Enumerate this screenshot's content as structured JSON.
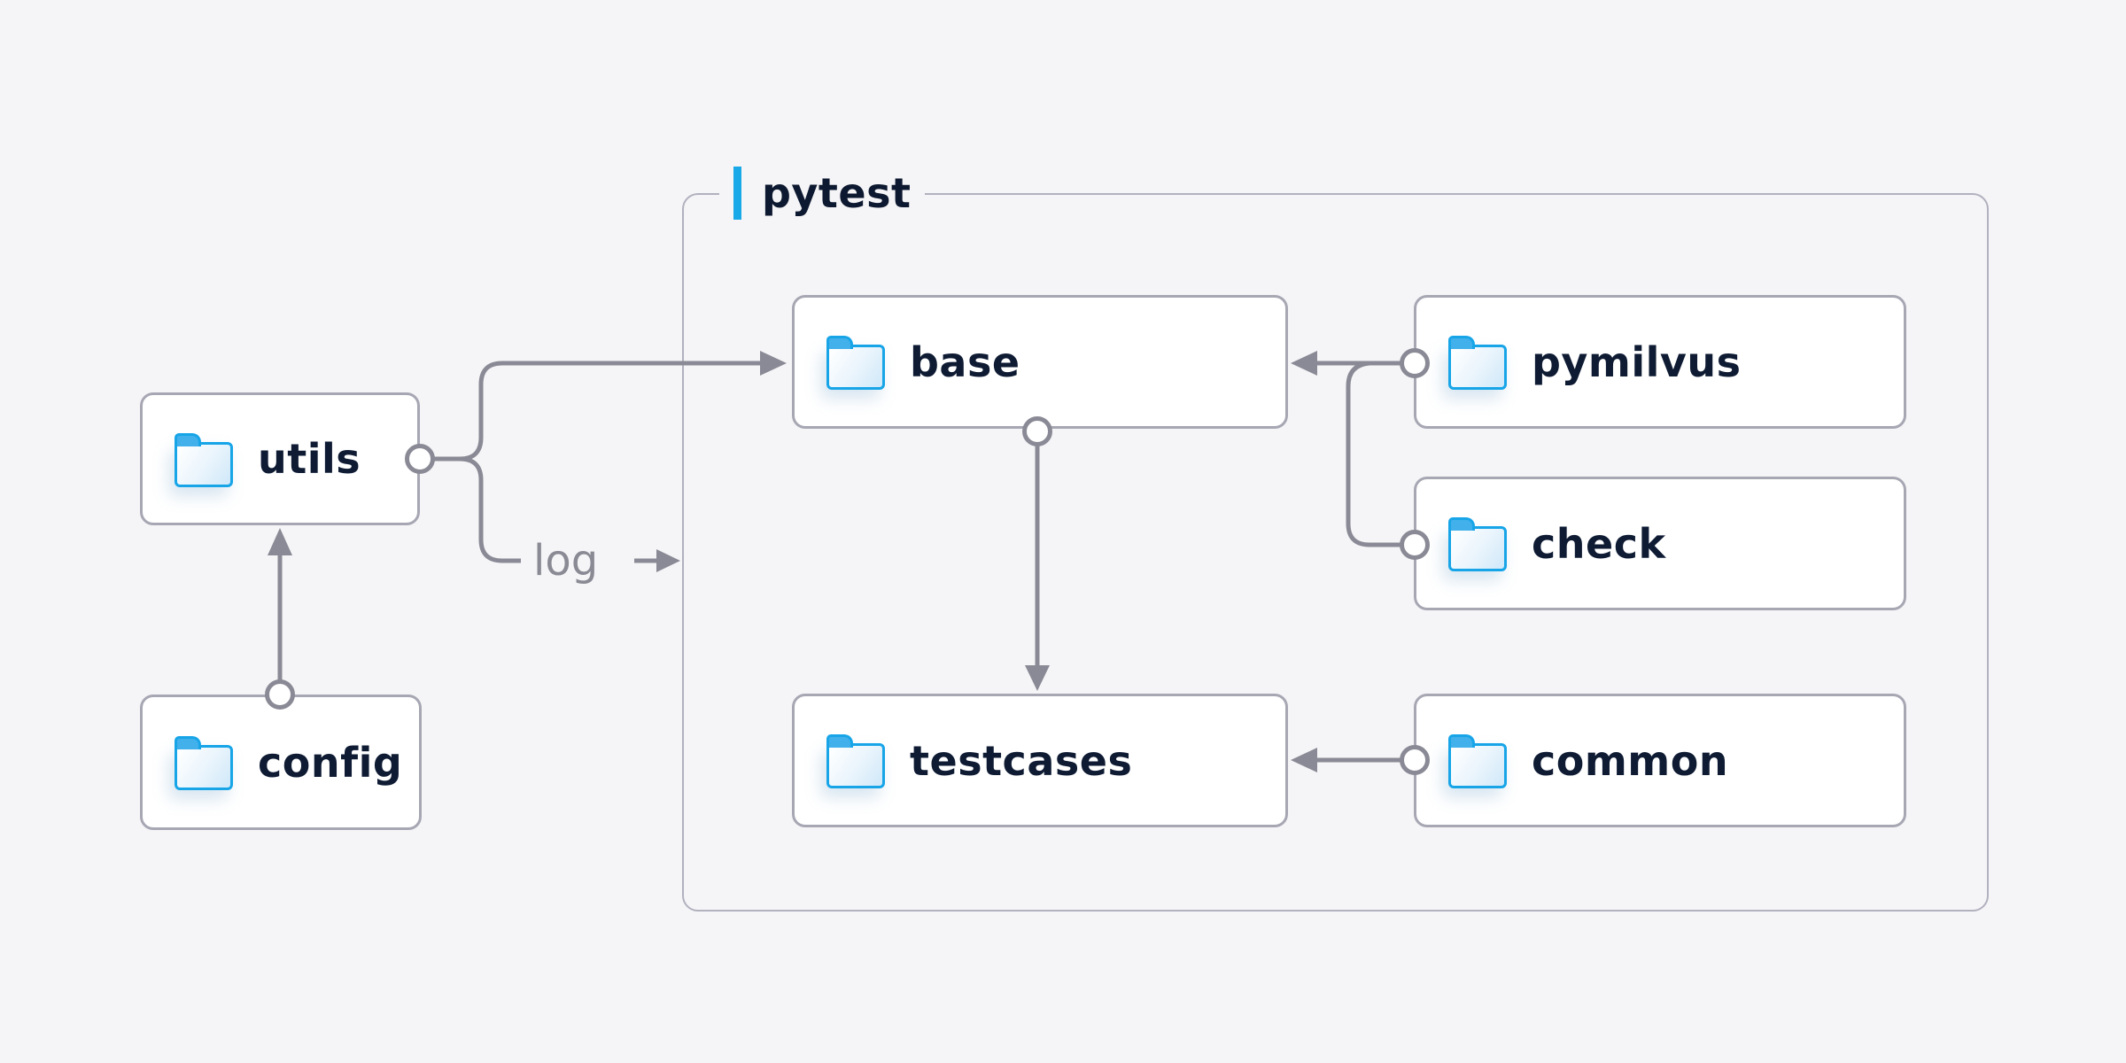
{
  "colors": {
    "background": "#f5f5f7",
    "node_fill": "#ffffff",
    "node_border": "#a7a7b4",
    "group_border": "#b1b1bf",
    "connector": "#8a8a96",
    "accent_blue": "#1aa9e8",
    "folder_blue": "#17a5e8",
    "text_dark": "#0e1b33",
    "edge_label_gray": "#8a8a95"
  },
  "container": {
    "label": "pytest",
    "accent": "accent-bar"
  },
  "nodes": {
    "utils": {
      "label": "utils",
      "icon": "folder-icon"
    },
    "config": {
      "label": "config",
      "icon": "folder-icon"
    },
    "base": {
      "label": "base",
      "icon": "folder-icon"
    },
    "testcases": {
      "label": "testcases",
      "icon": "folder-icon"
    },
    "pymilvus": {
      "label": "pymilvus",
      "icon": "folder-icon"
    },
    "check": {
      "label": "check",
      "icon": "folder-icon"
    },
    "common": {
      "label": "common",
      "icon": "folder-icon"
    }
  },
  "edges": [
    {
      "from": "config",
      "to": "utils"
    },
    {
      "from": "utils",
      "to": "base"
    },
    {
      "from": "utils",
      "to": "pytest",
      "label": "log"
    },
    {
      "from": "pymilvus",
      "to": "base"
    },
    {
      "from": "check",
      "to": "base"
    },
    {
      "from": "base",
      "to": "testcases"
    },
    {
      "from": "common",
      "to": "testcases"
    }
  ]
}
